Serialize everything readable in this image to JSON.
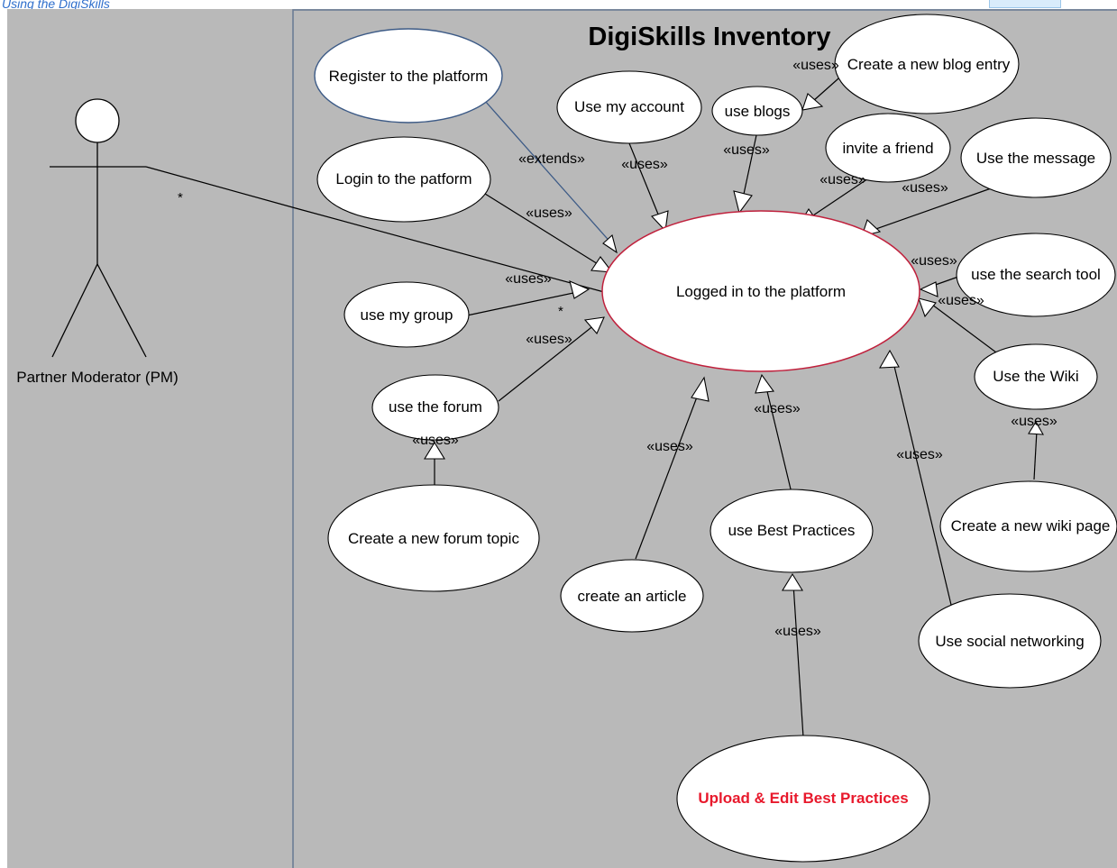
{
  "header": {
    "title": "Using the DigiSkills"
  },
  "diagram": {
    "system_name": "DigiSkills Inventory",
    "actor": {
      "name": "Partner Moderator (PM)",
      "multiplicity": "*"
    },
    "central_multiplicity": "*",
    "use_cases": {
      "register": "Register to the platform",
      "account": "Use my account",
      "blogs": "use blogs",
      "new_blog": "Create a new blog entry",
      "login": "Login to the patform",
      "invite": "invite a friend",
      "message": "Use the message",
      "logged_in": "Logged in to the platform",
      "group": "use my group",
      "search": "use the search tool",
      "wiki": "Use the Wiki",
      "forum": "use the forum",
      "new_forum_topic": "Create a new forum topic",
      "article": "create an article",
      "best_practices": "use Best Practices",
      "new_wiki_page": "Create a new wiki page",
      "social": "Use social networking",
      "upload": "Upload & Edit Best Practices"
    },
    "relations": {
      "uses": "«uses»",
      "extends": "«extends»"
    },
    "colors": {
      "register_border": "#3c5a86",
      "central_border": "#c0203c",
      "upload_text": "#e8192c",
      "frame": "#6a7c95",
      "canvas": "#b9b9b9"
    }
  }
}
